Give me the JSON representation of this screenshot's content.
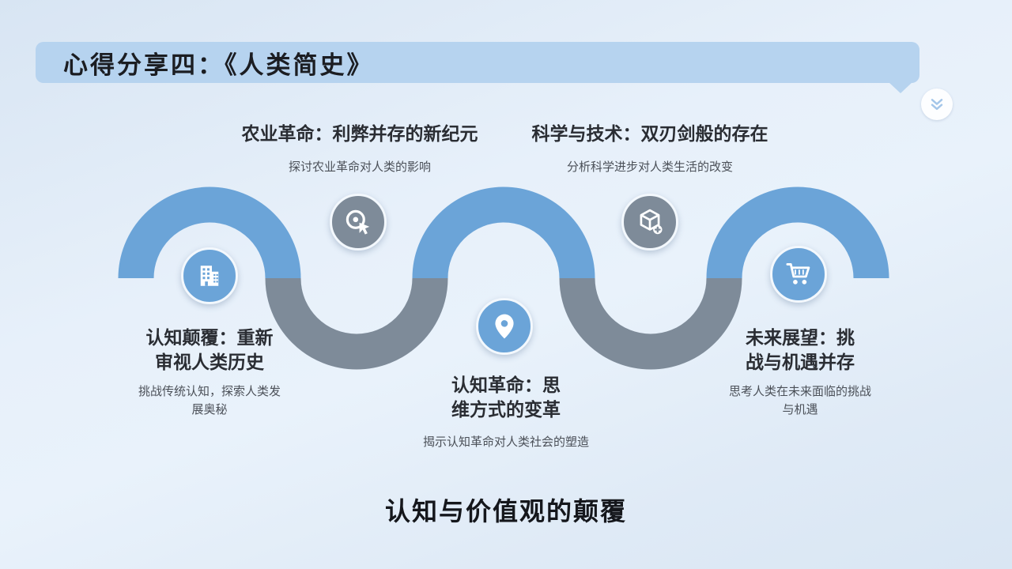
{
  "slide": {
    "title": "心得分享四：《人类简史》",
    "caption": "认知与价值观的颠覆"
  },
  "header": {
    "chevron_icon": "double-chevron-down-icon"
  },
  "colors": {
    "blue": "#6ba4d8",
    "gray": "#7e8b99",
    "title_bar": "#b6d3ef",
    "background": "#e7f0fa",
    "text_dark": "#2a2d33",
    "text_muted": "#4b5058"
  },
  "nodes": [
    {
      "id": 1,
      "position": "bottom",
      "icon": "building-icon",
      "circle_color": "blue",
      "title": "认知颠覆：重新审视人类历史",
      "subtitle": "挑战传统认知，探索人类发展奥秘"
    },
    {
      "id": 2,
      "position": "top",
      "icon": "click-target-icon",
      "circle_color": "gray",
      "title": "农业革命：利弊并存的新纪元",
      "subtitle": "探讨农业革命对人类的影响"
    },
    {
      "id": 3,
      "position": "bottom",
      "icon": "map-pin-icon",
      "circle_color": "blue",
      "title": "认知革命：思维方式的变革",
      "subtitle": "揭示认知革命对人类社会的塑造"
    },
    {
      "id": 4,
      "position": "top",
      "icon": "package-plus-icon",
      "circle_color": "gray",
      "title": "科学与技术：双刃剑般的存在",
      "subtitle": "分析科学进步对人类生活的改变"
    },
    {
      "id": 5,
      "position": "bottom",
      "icon": "shopping-cart-icon",
      "circle_color": "blue",
      "title": "未来展望：挑战与机遇并存",
      "subtitle": "思考人类在未来面临的挑战与机遇"
    }
  ]
}
